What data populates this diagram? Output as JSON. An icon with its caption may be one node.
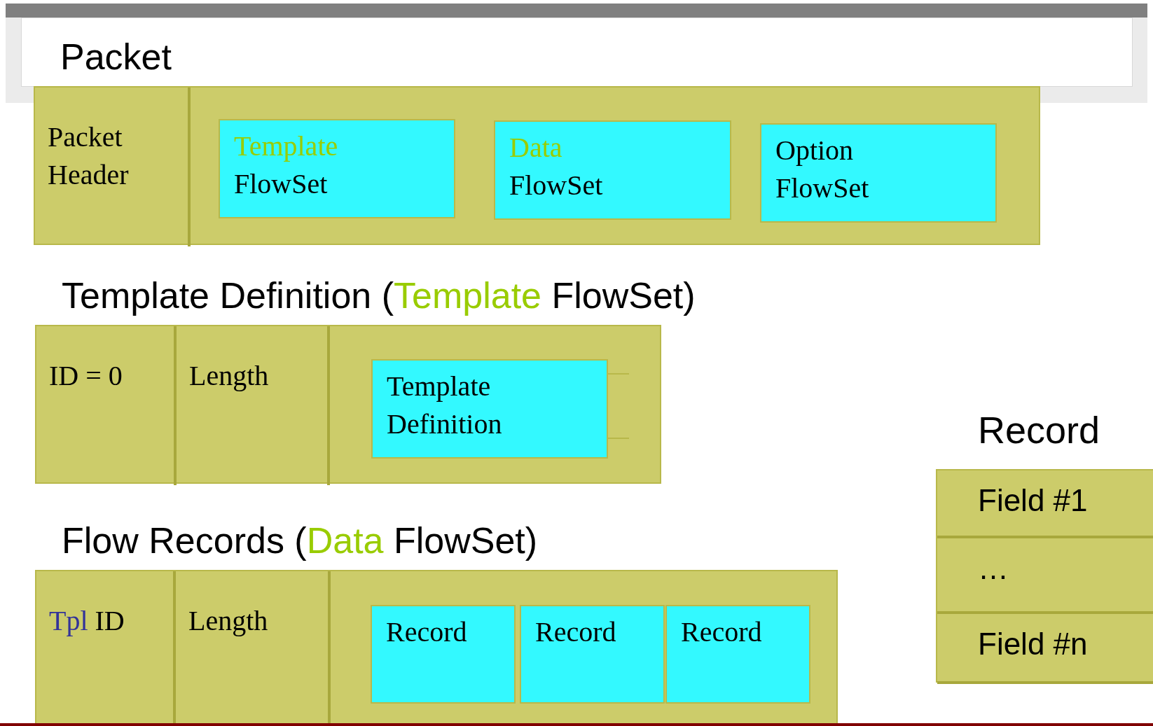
{
  "diagram": {
    "nodes": [
      {
        "text": [
          "Packet"
        ]
      },
      {
        "text": [
          "Packet Header"
        ],
        "in": 0
      },
      {
        "text": [
          "Template FlowSet"
        ],
        "in": 0
      },
      {
        "text": [
          "Data FlowSet"
        ],
        "in": 0
      },
      {
        "text": [
          "Option FlowSet"
        ],
        "in": 0
      },
      {
        "text": [
          "Template Definition (Template FlowSet)"
        ]
      },
      {
        "text": [
          "ID = 0"
        ],
        "in": 5
      },
      {
        "text": [
          "Length"
        ],
        "in": 5
      },
      {
        "text": [
          "Template Definition"
        ],
        "in": 5
      },
      {
        "text": [
          "Record"
        ]
      },
      {
        "text": [
          "Field #1"
        ],
        "in": 9
      },
      {
        "text": [
          "…"
        ],
        "in": 9
      },
      {
        "text": [
          "Field #n"
        ],
        "in": 9
      },
      {
        "text": [
          "Flow Records (Data FlowSet)"
        ]
      },
      {
        "text": [
          "Tpl ID"
        ],
        "in": 13
      },
      {
        "text": [
          "Length"
        ],
        "in": 13
      },
      {
        "text": [
          "Record"
        ],
        "in": 13
      },
      {
        "text": [
          "Record"
        ],
        "in": 13
      },
      {
        "text": [
          "Record"
        ],
        "in": 13
      }
    ],
    "edges": []
  }
}
